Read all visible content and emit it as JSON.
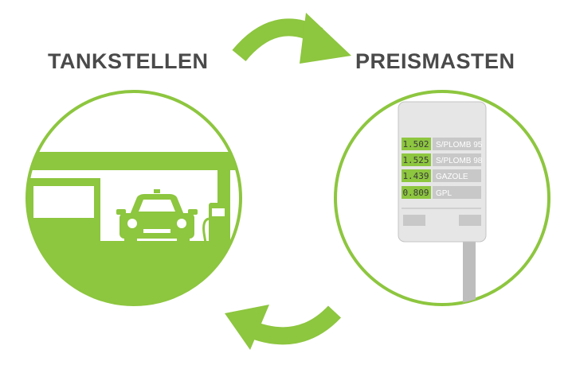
{
  "labels": {
    "left": "TANKSTELLEN",
    "right": "PREISMASTEN"
  },
  "price_sign": {
    "rows": [
      {
        "price": "1.502",
        "fuel": "S/PLOMB 95"
      },
      {
        "price": "1.525",
        "fuel": "S/PLOMB 98"
      },
      {
        "price": "1.439",
        "fuel": "GAZOLE"
      },
      {
        "price": "0.809",
        "fuel": "GPL"
      }
    ]
  },
  "colors": {
    "accent": "#8dc63f",
    "label_text": "#4a4a4a",
    "sign_body": "#e6e6e6",
    "sign_panel": "#c8c8c8",
    "pole": "#bdbdbd"
  },
  "icons": {
    "top_arrow": "curved-arrow-right-icon",
    "bottom_arrow": "curved-arrow-left-icon",
    "station": "gas-station-icon",
    "sign": "price-sign-icon"
  }
}
